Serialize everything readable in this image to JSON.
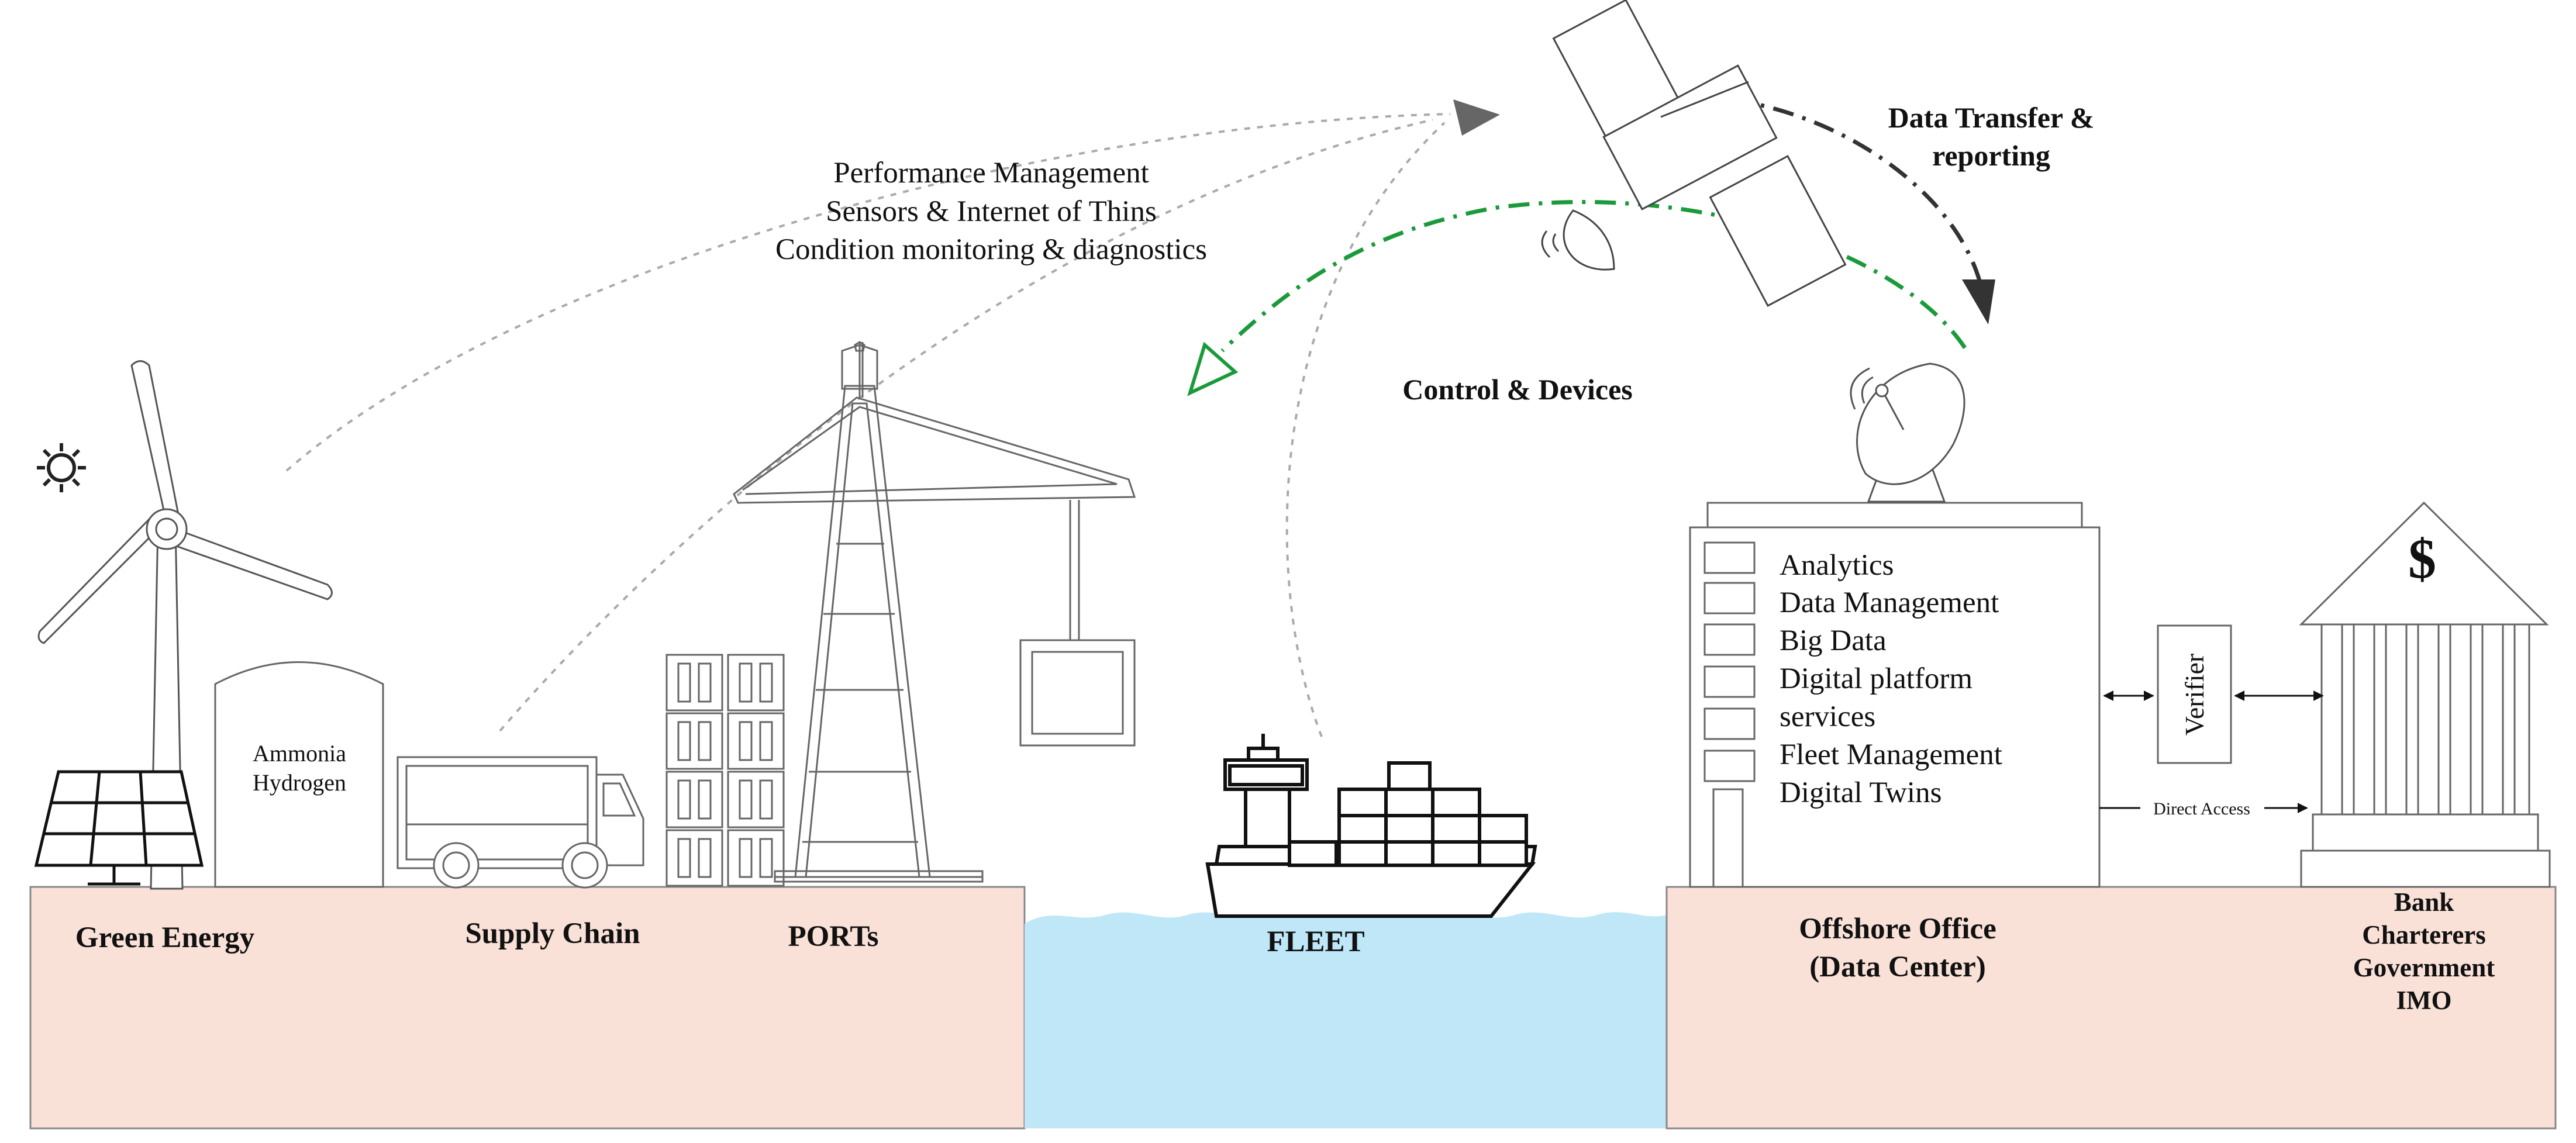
{
  "annotations": {
    "performance_lines": [
      "Performance Management",
      "Sensors & Internet of Thins",
      "Condition monitoring & diagnostics"
    ],
    "data_transfer_lines": [
      "Data Transfer &",
      "reporting"
    ],
    "control_devices": "Control & Devices",
    "direct_access": "Direct Access"
  },
  "storage_tank": {
    "lines": [
      "Ammonia",
      "Hydrogen"
    ]
  },
  "sections": {
    "green_energy": "Green Energy",
    "supply_chain": "Supply Chain",
    "ports": "PORTs",
    "fleet": "FLEET",
    "offshore_lines": [
      "Offshore Office",
      "(Data Center)"
    ],
    "stakeholder_lines": [
      "Bank",
      "Charterers",
      "Government",
      "IMO"
    ]
  },
  "data_center": {
    "services": [
      "Analytics",
      "Data Management",
      "Big Data",
      "Digital platform",
      "services",
      "Fleet Management",
      "Digital Twins"
    ]
  },
  "verifier": "Verifier",
  "bank_symbol": "$",
  "colors": {
    "land": "#f9e1d8",
    "water": "#bfe7f8",
    "green_arrow": "#1a9a3a",
    "dark_arrow": "#333333",
    "dotted_line": "#aaaaaa"
  }
}
